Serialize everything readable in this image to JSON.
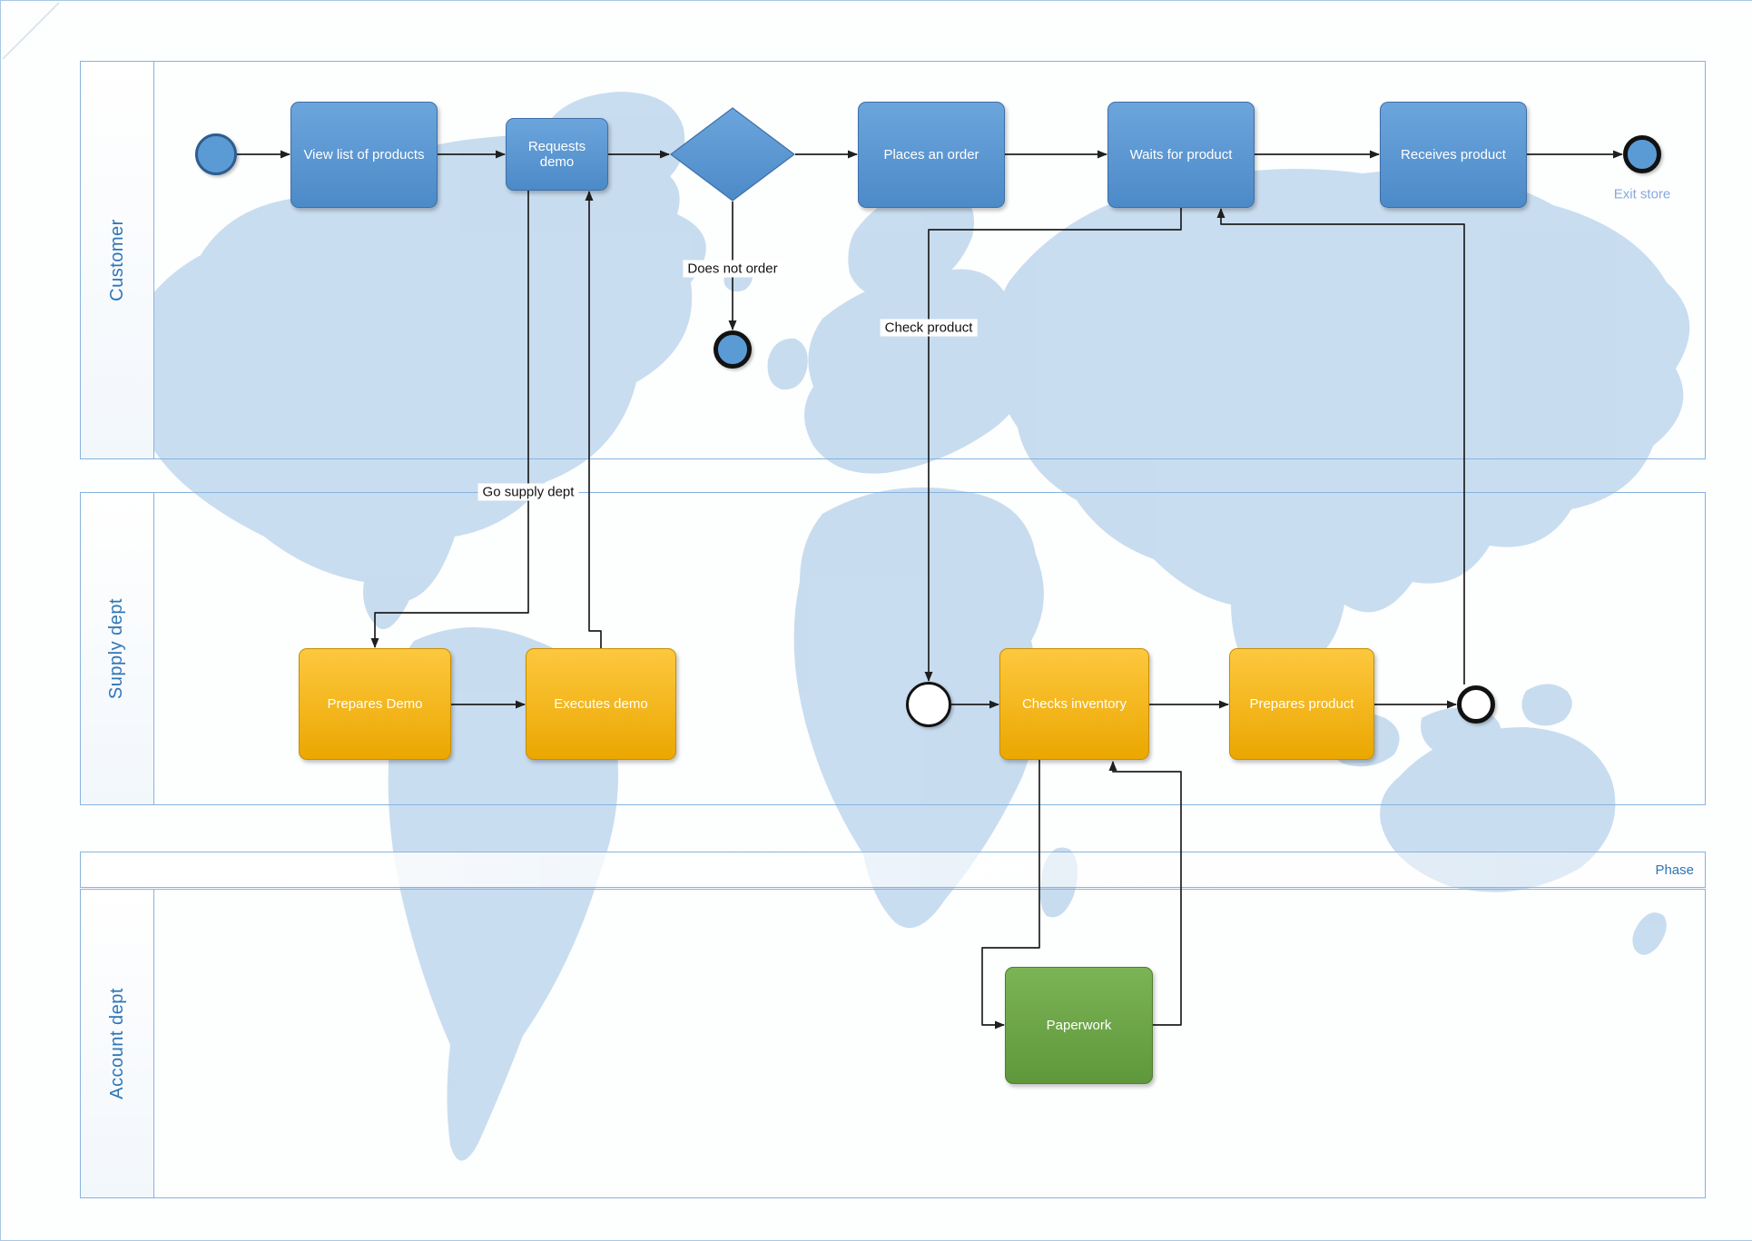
{
  "diagram": {
    "lanes": [
      {
        "label": "Customer"
      },
      {
        "label": "Supply dept"
      },
      {
        "label": "Account dept"
      }
    ],
    "phase_label": "Phase",
    "nodes": {
      "view_list": "View list of products",
      "requests_demo": "Requests demo",
      "places_order": "Places an order",
      "waits_product": "Waits for product",
      "receives_product": "Receives product",
      "exit_store": "Exit store",
      "prepares_demo": "Prepares Demo",
      "executes_demo": "Executes demo",
      "checks_inventory": "Checks inventory",
      "prepares_product": "Prepares product",
      "paperwork": "Paperwork"
    },
    "edge_labels": {
      "does_not_order": "Does not order",
      "check_product": "Check product",
      "go_supply_dept": "Go supply dept"
    },
    "colors": {
      "task_blue": "#5b9bd5",
      "task_orange": "#f2ae00",
      "task_green": "#70ad47",
      "lane_border": "#88b3dd",
      "lane_label_text": "#2e75b6",
      "map_land": "#bfd7ed",
      "connector": "#1f1f1f",
      "exit_store_text": "#89a8db"
    }
  }
}
